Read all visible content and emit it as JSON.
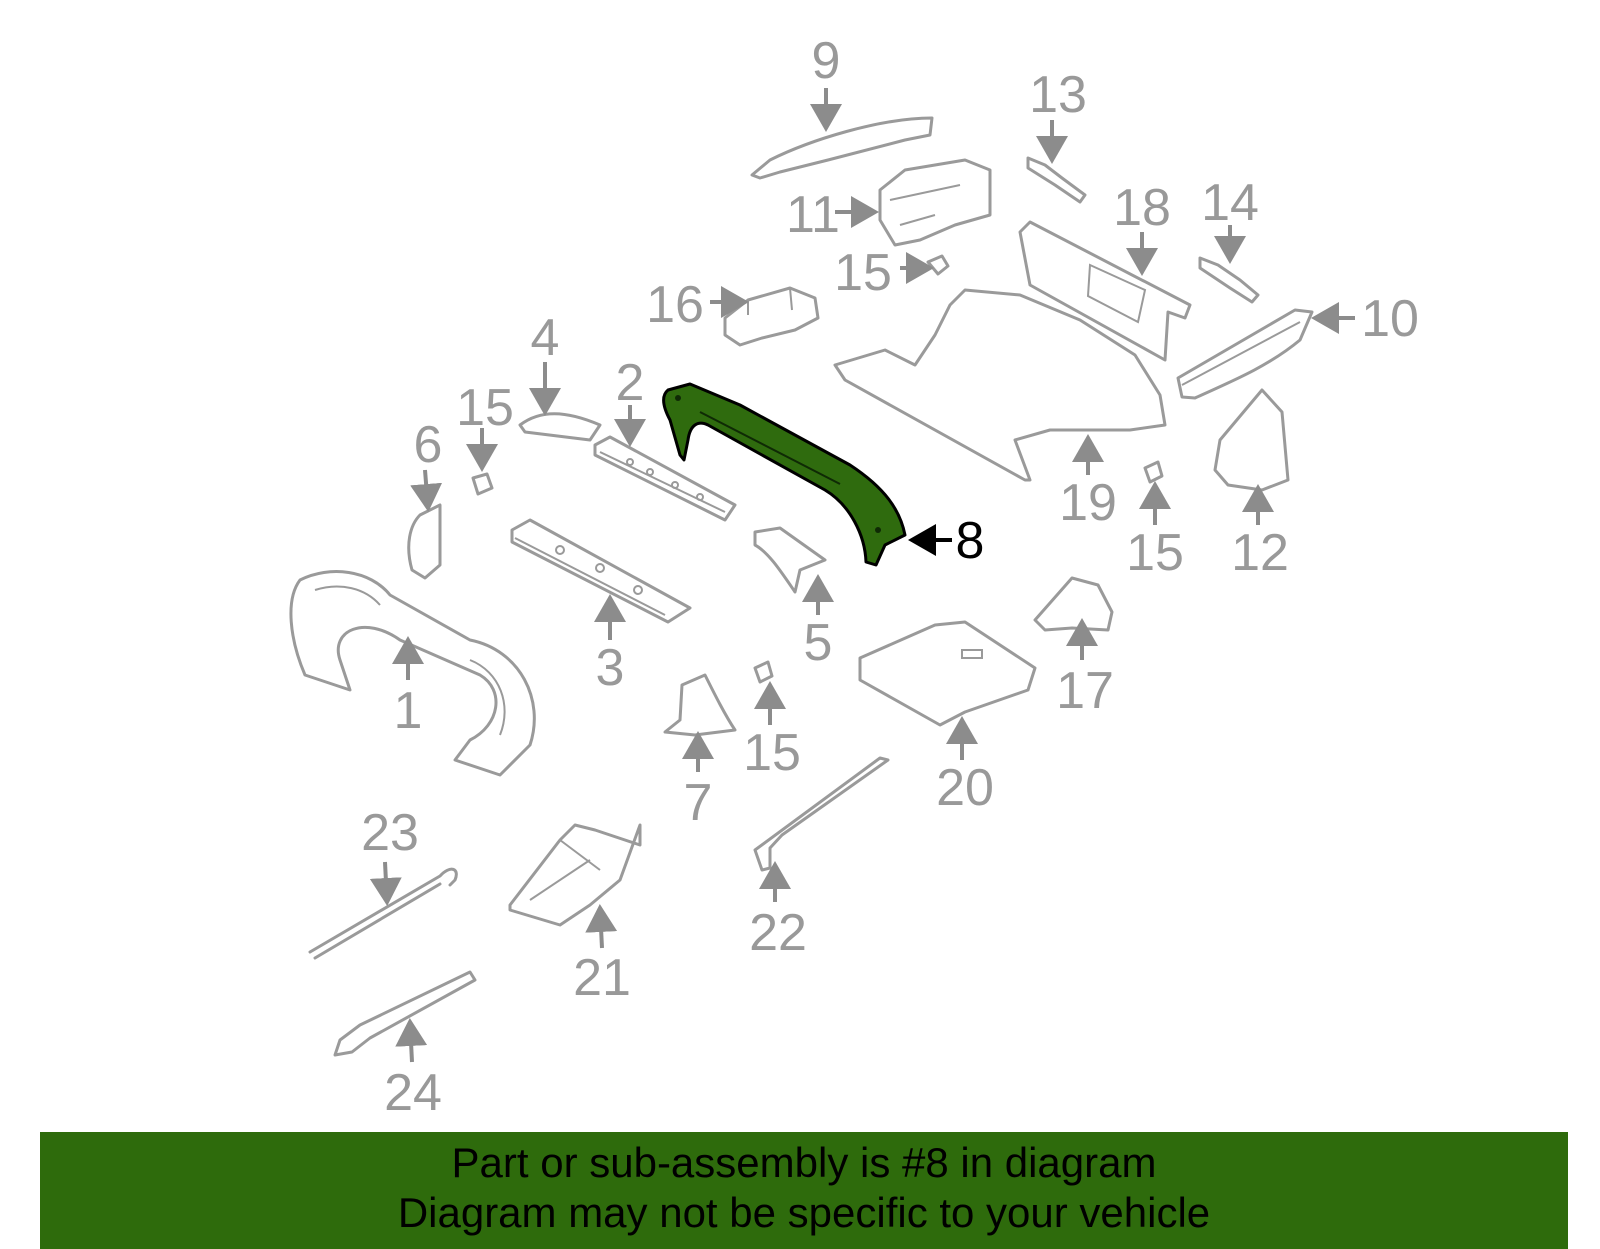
{
  "diagram": {
    "highlight_color": "#2f6b0e",
    "highlighted_part": "8",
    "callouts": {
      "p1": "1",
      "p2": "2",
      "p3": "3",
      "p4": "4",
      "p5": "5",
      "p6": "6",
      "p7": "7",
      "p8": "8",
      "p9": "9",
      "p10": "10",
      "p11": "11",
      "p12": "12",
      "p13": "13",
      "p14": "14",
      "p15a": "15",
      "p15b": "15",
      "p15c": "15",
      "p15d": "15",
      "p16": "16",
      "p17": "17",
      "p18": "18",
      "p19": "19",
      "p20": "20",
      "p21": "21",
      "p22": "22",
      "p23": "23",
      "p24": "24"
    }
  },
  "banner": {
    "color": "#2e6b0c",
    "line1": "Part or sub-assembly is #8 in diagram",
    "line2": "Diagram may not be specific to your vehicle"
  }
}
